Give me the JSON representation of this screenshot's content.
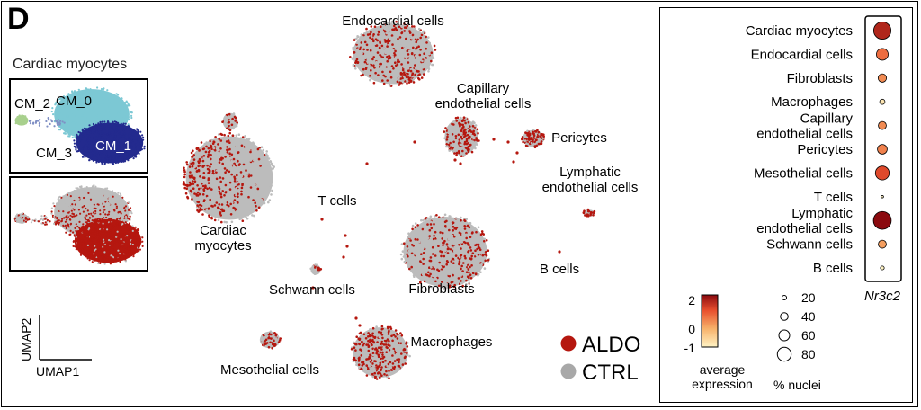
{
  "panel": {
    "letter": "D"
  },
  "inset": {
    "title": "Cardiac myocytes",
    "labels": [
      "CM_0",
      "CM_1",
      "CM_2",
      "CM_3"
    ]
  },
  "umap": {
    "axis_y": "UMAP2",
    "axis_x": "UMAP1",
    "clusters": [
      "Endocardial cells",
      "Capillary\nendothelial cells",
      "Pericytes",
      "Lymphatic\nendothelial cells",
      "Cardiac\nmyocytes",
      "T cells",
      "B cells",
      "Schwann cells",
      "Fibroblasts",
      "Macrophages",
      "Mesothelial cells"
    ]
  },
  "legend": {
    "items": [
      {
        "label": "ALDO",
        "color": "#b5170f"
      },
      {
        "label": "CTRL",
        "color": "#a8a8a8"
      }
    ]
  },
  "colors": {
    "aldo": "#b5170f",
    "ctrl": "#bcbcbc",
    "cm0": "#7cc8d4",
    "cm1": "#232a8e",
    "cm2": "#a8d08d",
    "cm3": "#7f8fc4"
  },
  "dotplot": {
    "gene": "Nr3c2",
    "rows": [
      {
        "label": "Cardiac myocytes",
        "pct": 92,
        "expr": 1.6
      },
      {
        "label": "Endocardial cells",
        "pct": 60,
        "expr": 0.7
      },
      {
        "label": "Fibroblasts",
        "pct": 40,
        "expr": 0.4
      },
      {
        "label": "Macrophages",
        "pct": 22,
        "expr": -0.8
      },
      {
        "label": "Capillary\nendothelial cells",
        "pct": 38,
        "expr": 0.4
      },
      {
        "label": "Pericytes",
        "pct": 48,
        "expr": 0.5
      },
      {
        "label": "Mesothelial cells",
        "pct": 72,
        "expr": 1.1
      },
      {
        "label": "T cells",
        "pct": 6,
        "expr": -1
      },
      {
        "label": "Lymphatic\nendothelial cells",
        "pct": 95,
        "expr": 2
      },
      {
        "label": "Schwann cells",
        "pct": 38,
        "expr": 0.2
      },
      {
        "label": "B cells",
        "pct": 14,
        "expr": -1
      }
    ],
    "colorbar": {
      "ticks": [
        "2",
        "0",
        "-1"
      ],
      "min": -1,
      "max": 2,
      "title": "average\nexpression",
      "colors": [
        "#fff3c4",
        "#f7b26b",
        "#e8502e",
        "#8b0a0f"
      ]
    },
    "size_legend": {
      "values": [
        "20",
        "40",
        "60",
        "80"
      ],
      "title": "% nuclei"
    }
  }
}
